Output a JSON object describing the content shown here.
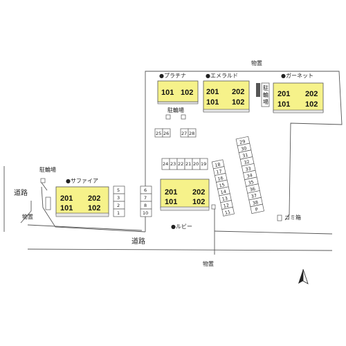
{
  "roads": {
    "left": "道路",
    "bottom": "道路"
  },
  "buildings": {
    "platina": {
      "name": "●プラチナ",
      "units": [
        "101",
        "102"
      ]
    },
    "emerald": {
      "name": "●エメラルド",
      "units": [
        "201",
        "202",
        "101",
        "102"
      ]
    },
    "garnet": {
      "name": "●ガーネット",
      "units": [
        "201",
        "202",
        "101",
        "102"
      ]
    },
    "sapphire": {
      "name": "●サファイア",
      "units": [
        "201",
        "202",
        "101",
        "102"
      ]
    },
    "ruby": {
      "name": "●ルビー",
      "units": [
        "201",
        "202",
        "101",
        "102"
      ]
    }
  },
  "labels": {
    "storage": "物置",
    "bicycle": "駐輪場",
    "bicycle_vertical": [
      "駐",
      "輪",
      "場"
    ],
    "garbage": "ゴミ箱"
  },
  "parking": {
    "top_pair_a": [
      "25",
      "26"
    ],
    "top_pair_b": [
      "27",
      "28"
    ],
    "row_top": [
      "24",
      "23",
      "22",
      "21",
      "20",
      "19"
    ],
    "left_col": [
      "5",
      "3",
      "2",
      "1"
    ],
    "mid_col": [
      "6",
      "7",
      "8",
      "10"
    ],
    "diag_col": [
      "18",
      "17",
      "16",
      "15",
      "14",
      "13",
      "12",
      "11"
    ],
    "right_col": [
      "29",
      "30",
      "31",
      "32",
      "33",
      "34",
      "35",
      "36",
      "37",
      "38",
      "P"
    ]
  },
  "colors": {
    "building": "#f6f28a",
    "line": "#555555"
  },
  "icons": {
    "north": "north-arrow-icon"
  }
}
